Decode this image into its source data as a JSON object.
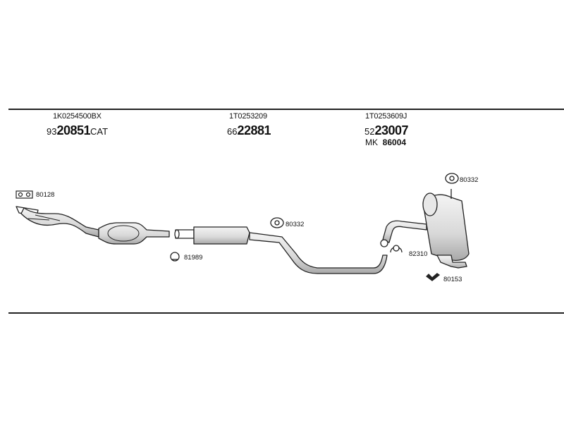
{
  "parts": {
    "front": {
      "ref": "1K0254500BX",
      "prefix": "93",
      "number": "20851",
      "suffix": "CAT"
    },
    "middle": {
      "ref": "1T0253209",
      "prefix": "66",
      "number": "22881"
    },
    "rear": {
      "ref": "1T0253609J",
      "prefix": "52",
      "number": "23007",
      "mk_prefix": "MK",
      "mk_number": "86004"
    }
  },
  "fittings": {
    "gasket_front": "80128",
    "clamp_middle": "81989",
    "hanger_middle": "80332",
    "hanger_rear": "80332",
    "clamp_rear": "82310",
    "bracket_rear": "80153"
  },
  "colors": {
    "line": "#222222",
    "fill": "#e6e6e6",
    "shade": "#b0b0b0"
  }
}
